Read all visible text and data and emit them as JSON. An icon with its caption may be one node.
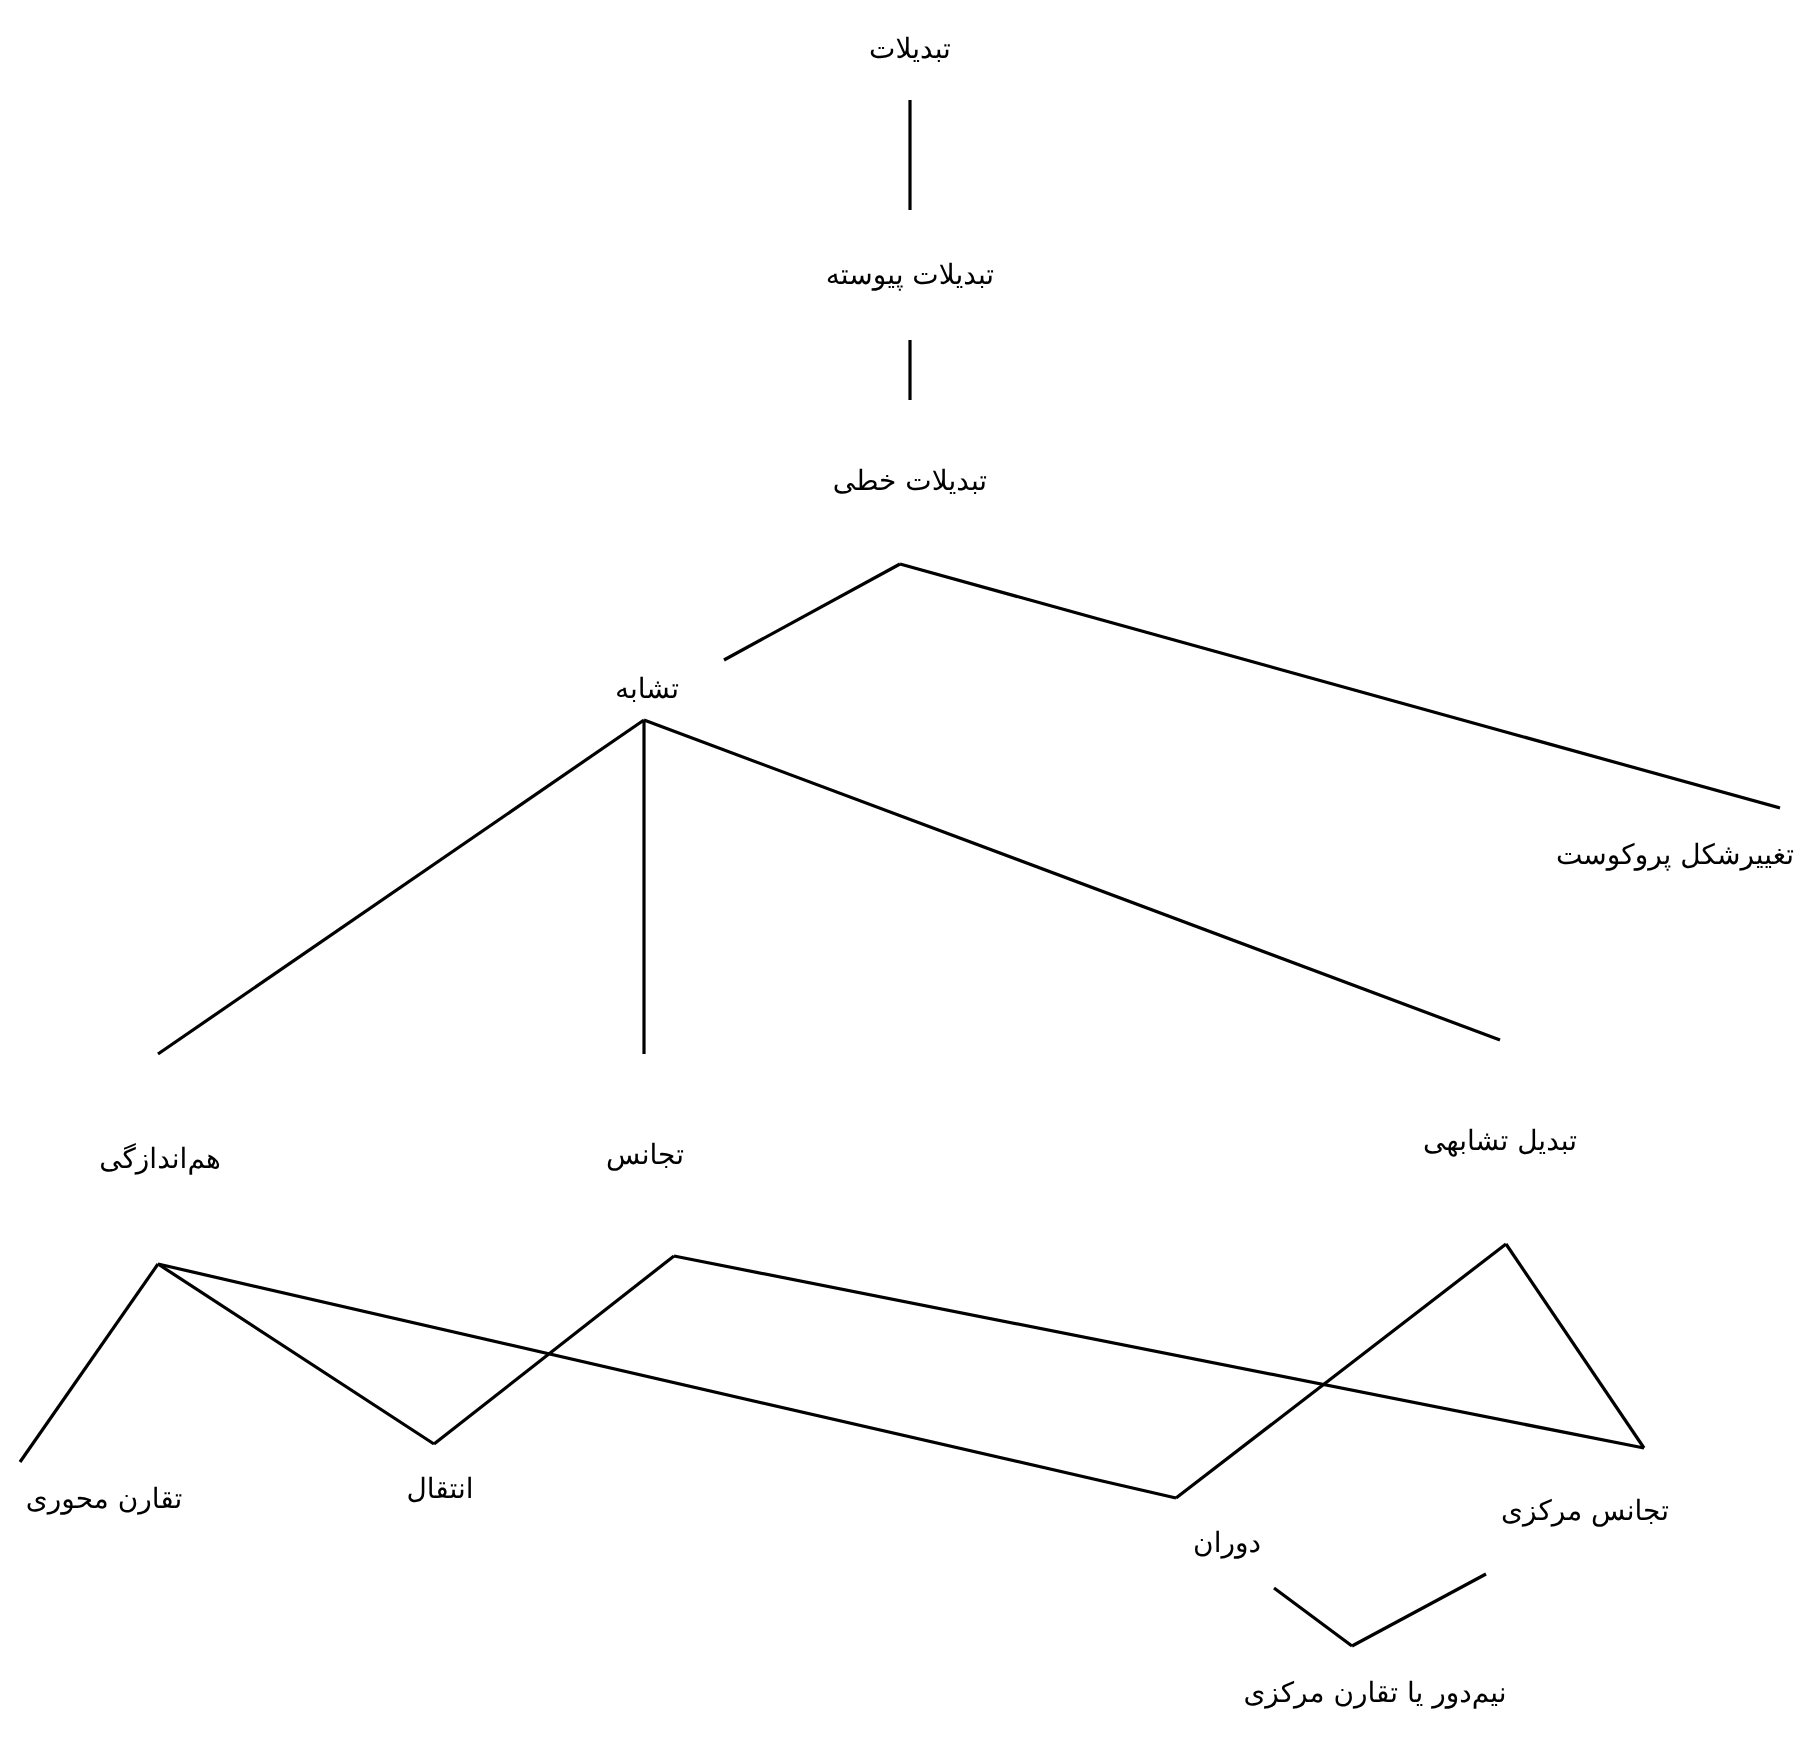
{
  "diagram": {
    "nodes": [
      {
        "text": [
          "تبدیلات"
        ]
      },
      {
        "text": [
          "تبدیلات پیوسته"
        ]
      },
      {
        "text": [
          "تبدیلات خطی"
        ]
      },
      {
        "text": [
          "تشابه"
        ]
      },
      {
        "text": [
          "تغییرشکل پروکوست"
        ]
      },
      {
        "text": [
          "هم‌اندازگی"
        ]
      },
      {
        "text": [
          "تجانس"
        ]
      },
      {
        "text": [
          "تبدیل تشابهی"
        ]
      },
      {
        "text": [
          "تقارن محوری"
        ]
      },
      {
        "text": [
          "انتقال"
        ]
      },
      {
        "text": [
          "دوران"
        ]
      },
      {
        "text": [
          "تجانس مرکزی"
        ]
      },
      {
        "text": [
          "نیم‌دور یا تقارن مرکزی"
        ]
      }
    ],
    "edges": [
      {
        "from": 0,
        "to": 1,
        "arrow": "none"
      },
      {
        "from": 1,
        "to": 2,
        "arrow": "none"
      },
      {
        "from": 2,
        "to": 3,
        "arrow": "none"
      },
      {
        "from": 2,
        "to": 4,
        "arrow": "none"
      },
      {
        "from": 3,
        "to": 5,
        "arrow": "none"
      },
      {
        "from": 3,
        "to": 6,
        "arrow": "none"
      },
      {
        "from": 3,
        "to": 7,
        "arrow": "none"
      },
      {
        "from": 5,
        "to": 8,
        "arrow": "none"
      },
      {
        "from": 5,
        "to": 9,
        "arrow": "none"
      },
      {
        "from": 5,
        "to": 10,
        "arrow": "none"
      },
      {
        "from": 6,
        "to": 9,
        "arrow": "none"
      },
      {
        "from": 6,
        "to": 11,
        "arrow": "none"
      },
      {
        "from": 7,
        "to": 10,
        "arrow": "none"
      },
      {
        "from": 7,
        "to": 11,
        "arrow": "none"
      },
      {
        "from": 10,
        "to": 12,
        "arrow": "none"
      },
      {
        "from": 11,
        "to": 12,
        "arrow": "none"
      }
    ]
  }
}
